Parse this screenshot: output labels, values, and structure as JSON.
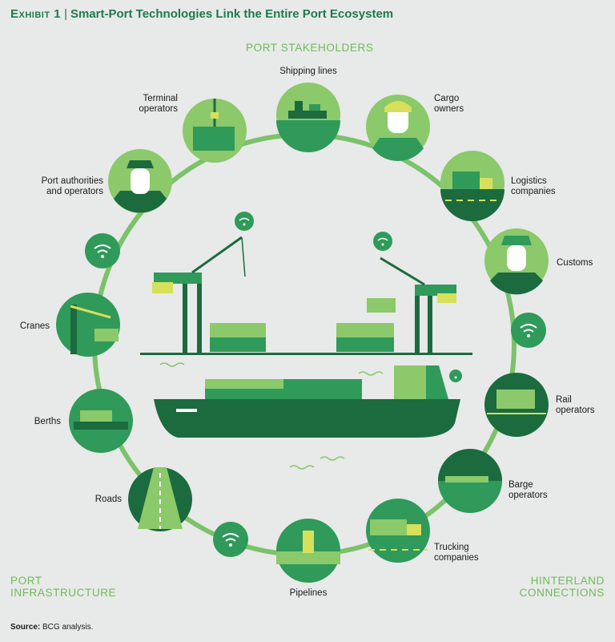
{
  "header": {
    "exhibit": "Exhibit 1",
    "title": "Smart-Port Technologies Link the Entire Port Ecosystem"
  },
  "sections": {
    "stakeholders": "PORT STAKEHOLDERS",
    "infrastructure_1": "PORT",
    "infrastructure_2": "INFRASTRUCTURE",
    "hinterland_1": "HINTERLAND",
    "hinterland_2": "CONNECTIONS"
  },
  "labels": {
    "shipping": "Shipping lines",
    "terminal_1": "Terminal",
    "terminal_2": "operators",
    "cargo_1": "Cargo",
    "cargo_2": "owners",
    "authorities_1": "Port authorities",
    "authorities_2": "and operators",
    "logistics_1": "Logistics",
    "logistics_2": "companies",
    "customs": "Customs",
    "cranes": "Cranes",
    "rail_1": "Rail",
    "rail_2": "operators",
    "berths": "Berths",
    "barge_1": "Barge",
    "barge_2": "operators",
    "roads": "Roads",
    "trucking_1": "Trucking",
    "trucking_2": "companies",
    "pipelines": "Pipelines"
  },
  "footer": {
    "source_label": "Source:",
    "source_text": "BCG analysis."
  },
  "colors": {
    "dark_green": "#1b6b3f",
    "mid_green": "#2f9a5a",
    "light_green": "#8bc96b",
    "lime": "#d7e05a",
    "ring": "#7cc26a",
    "background": "#e8e9e9"
  }
}
